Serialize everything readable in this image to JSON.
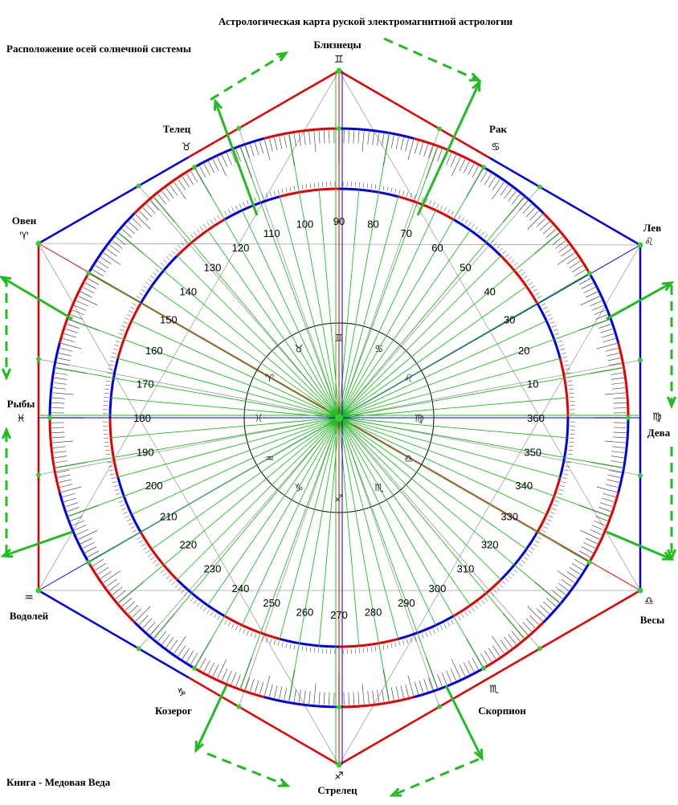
{
  "header": {
    "title": "Астрологическая карта руской электромагнитной астрологии",
    "subtitle": "Расположение осей солнечной системы",
    "footer": "Книга - Медовая Веда"
  },
  "signs": [
    {
      "key": "gemini",
      "label": "Близнецы",
      "glyph": "♊"
    },
    {
      "key": "cancer",
      "label": "Рак",
      "glyph": "♋"
    },
    {
      "key": "leo",
      "label": "Лев",
      "glyph": "♌"
    },
    {
      "key": "virgo",
      "label": "Дева",
      "glyph": "♍"
    },
    {
      "key": "libra",
      "label": "Весы",
      "glyph": "♎"
    },
    {
      "key": "scorpio",
      "label": "Скорпион",
      "glyph": "♏"
    },
    {
      "key": "sagittarius",
      "label": "Стрелец",
      "glyph": "♐"
    },
    {
      "key": "capricorn",
      "label": "Козерог",
      "glyph": "♑"
    },
    {
      "key": "aquarius",
      "label": "Водолей",
      "glyph": "♒"
    },
    {
      "key": "pisces",
      "label": "Рыбы",
      "glyph": "♓"
    },
    {
      "key": "aries",
      "label": "Овен",
      "glyph": "♈"
    },
    {
      "key": "taurus",
      "label": "Телец",
      "glyph": "♉"
    }
  ],
  "inner_ring_glyphs": [
    "♊",
    "♋",
    "♌",
    "♍",
    "♎",
    "♏",
    "♐",
    "♑",
    "♒",
    "♓",
    "♈",
    "♉"
  ],
  "degree_labels": [
    10,
    20,
    30,
    40,
    50,
    60,
    70,
    80,
    90,
    100,
    110,
    120,
    130,
    140,
    150,
    160,
    170,
    180,
    190,
    200,
    210,
    220,
    230,
    240,
    250,
    260,
    270,
    280,
    290,
    300,
    310,
    320,
    330,
    340,
    350,
    360
  ],
  "colors": {
    "red": "#e00000",
    "blue": "#0000e0",
    "green": "#22bb22",
    "tick": "#333333",
    "gray": "#a0a0a0",
    "dot": "#33cc33"
  }
}
